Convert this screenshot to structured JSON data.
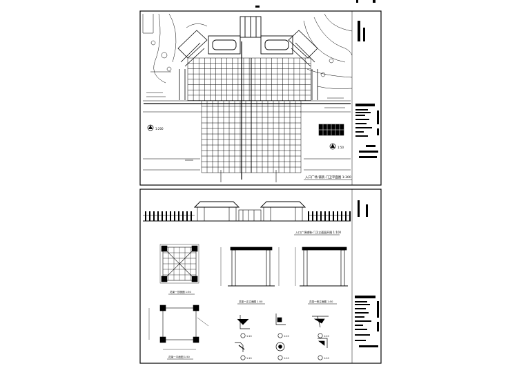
{
  "top_sheet": {
    "plan_caption": "入口广场·铺装·门卫平面图 1:300",
    "scale_note_left": "1:200",
    "scale_note_right": "1:50",
    "colors": {
      "line": "#000000",
      "paper": "#ffffff"
    }
  },
  "bottom_sheet": {
    "elevation_caption": "入口广场铺装·门卫立面展开图 1:100",
    "pergola_plan_caption": "花架一顶视图 1:50",
    "pergola_front_caption": "花架一正立面图 1:50",
    "pergola_side_caption": "花架一侧立面图 1:50",
    "pergola_base_caption": "花架一平面图 1:50",
    "detail_scale_1": "1:10",
    "detail_scale_2": "1:10",
    "detail_scale_3": "1:10",
    "detail_scale_4": "1:10",
    "detail_scale_5": "1:10",
    "detail_scale_6": "1:10"
  }
}
